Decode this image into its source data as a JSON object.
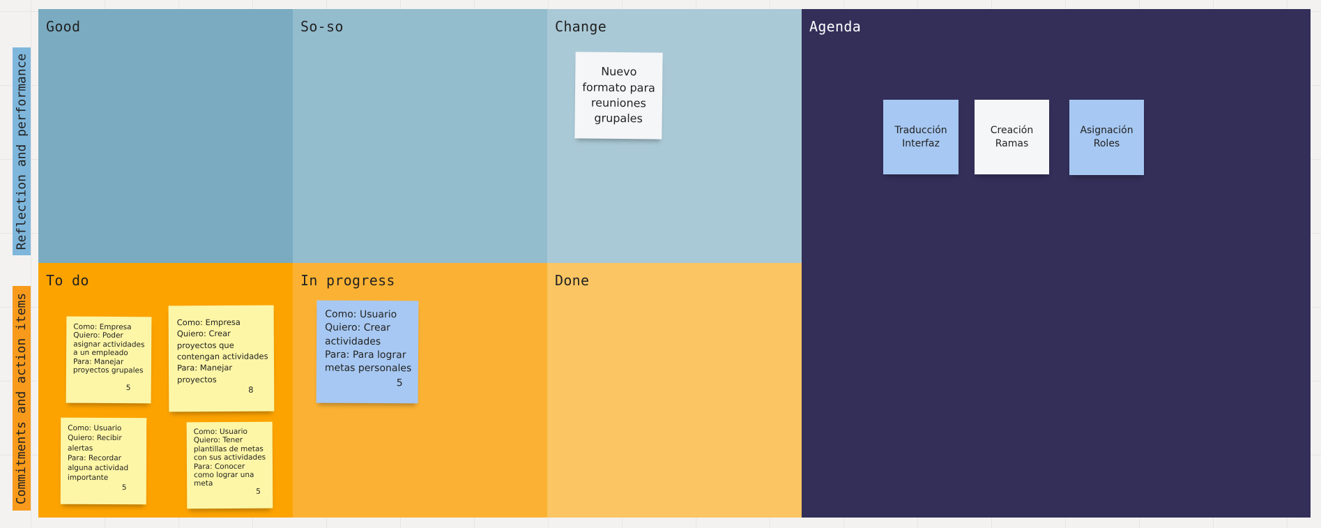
{
  "colors": {
    "good": "#7aabc1",
    "soso": "#93bccd",
    "change": "#aac9d6",
    "agenda": "#332f59",
    "todo": "#fca300",
    "inprogress": "#fbb234",
    "done": "#fac562",
    "sticky_yellow": "#fdf6a6",
    "sticky_blue": "#a7c8f2",
    "sticky_white": "#f5f6f8",
    "label_blue": "#7fb7dc",
    "label_orange": "#f89a1c"
  },
  "side_labels": {
    "top": "Reflection and performance",
    "bottom": "Commitments and action items"
  },
  "frames": {
    "good": "Good",
    "soso": "So-so",
    "change": "Change",
    "agenda": "Agenda",
    "todo": "To do",
    "inprogress": "In progress",
    "done": "Done"
  },
  "stickies": {
    "change_note": "Nuevo formato para reuniones grupales",
    "agenda": [
      "Traducción Interfaz",
      "Creación Ramas",
      "Asignación Roles"
    ],
    "todo": [
      {
        "text": "Como: Empresa\nQuiero: Poder asignar actividades a un empleado\nPara: Manejar proyectos grupales",
        "points": "5"
      },
      {
        "text": "Como: Empresa\nQuiero: Crear proyectos que contengan actividades\nPara: Manejar proyectos",
        "points": "8"
      },
      {
        "text": "Como: Usuario\nQuiero: Recibir alertas\nPara: Recordar alguna actividad importante",
        "points": "5"
      },
      {
        "text": "Como: Usuario\nQuiero: Tener plantillas de metas con sus actividades\nPara: Conocer como lograr una meta",
        "points": "5"
      }
    ],
    "inprogress": [
      {
        "text": "Como: Usuario\nQuiero: Crear actividades\nPara: Para lograr metas personales",
        "points": "5"
      }
    ]
  }
}
